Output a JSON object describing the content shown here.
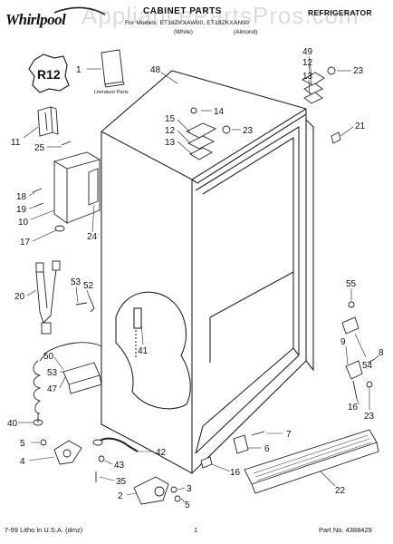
{
  "header": {
    "brand": "Whirlpool",
    "title": "CABINET PARTS",
    "category": "REFRIGERATOR",
    "models": "For Models: ET18ZKXAW00, ET18ZKXAN00",
    "variant_white": "(White)",
    "variant_almond": "(Almond)"
  },
  "watermark": "AppliancePartsPros.com",
  "badge": "R12",
  "literature_label": "Literature Parts",
  "labels": [
    "1",
    "48",
    "49",
    "12",
    "13",
    "23",
    "14",
    "15",
    "12",
    "13",
    "23",
    "21",
    "11",
    "25",
    "18",
    "19",
    "10",
    "17",
    "24",
    "20",
    "53",
    "52",
    "41",
    "55",
    "9",
    "54",
    "40",
    "47",
    "53",
    "50",
    "5",
    "4",
    "7",
    "6",
    "16",
    "42",
    "43",
    "35",
    "2",
    "3",
    "5",
    "16",
    "22",
    "23",
    "8"
  ],
  "footer": {
    "left": "7-99 Litho in U.S.A. (dmz)",
    "page": "1",
    "part_no": "Part No. 4388429"
  }
}
